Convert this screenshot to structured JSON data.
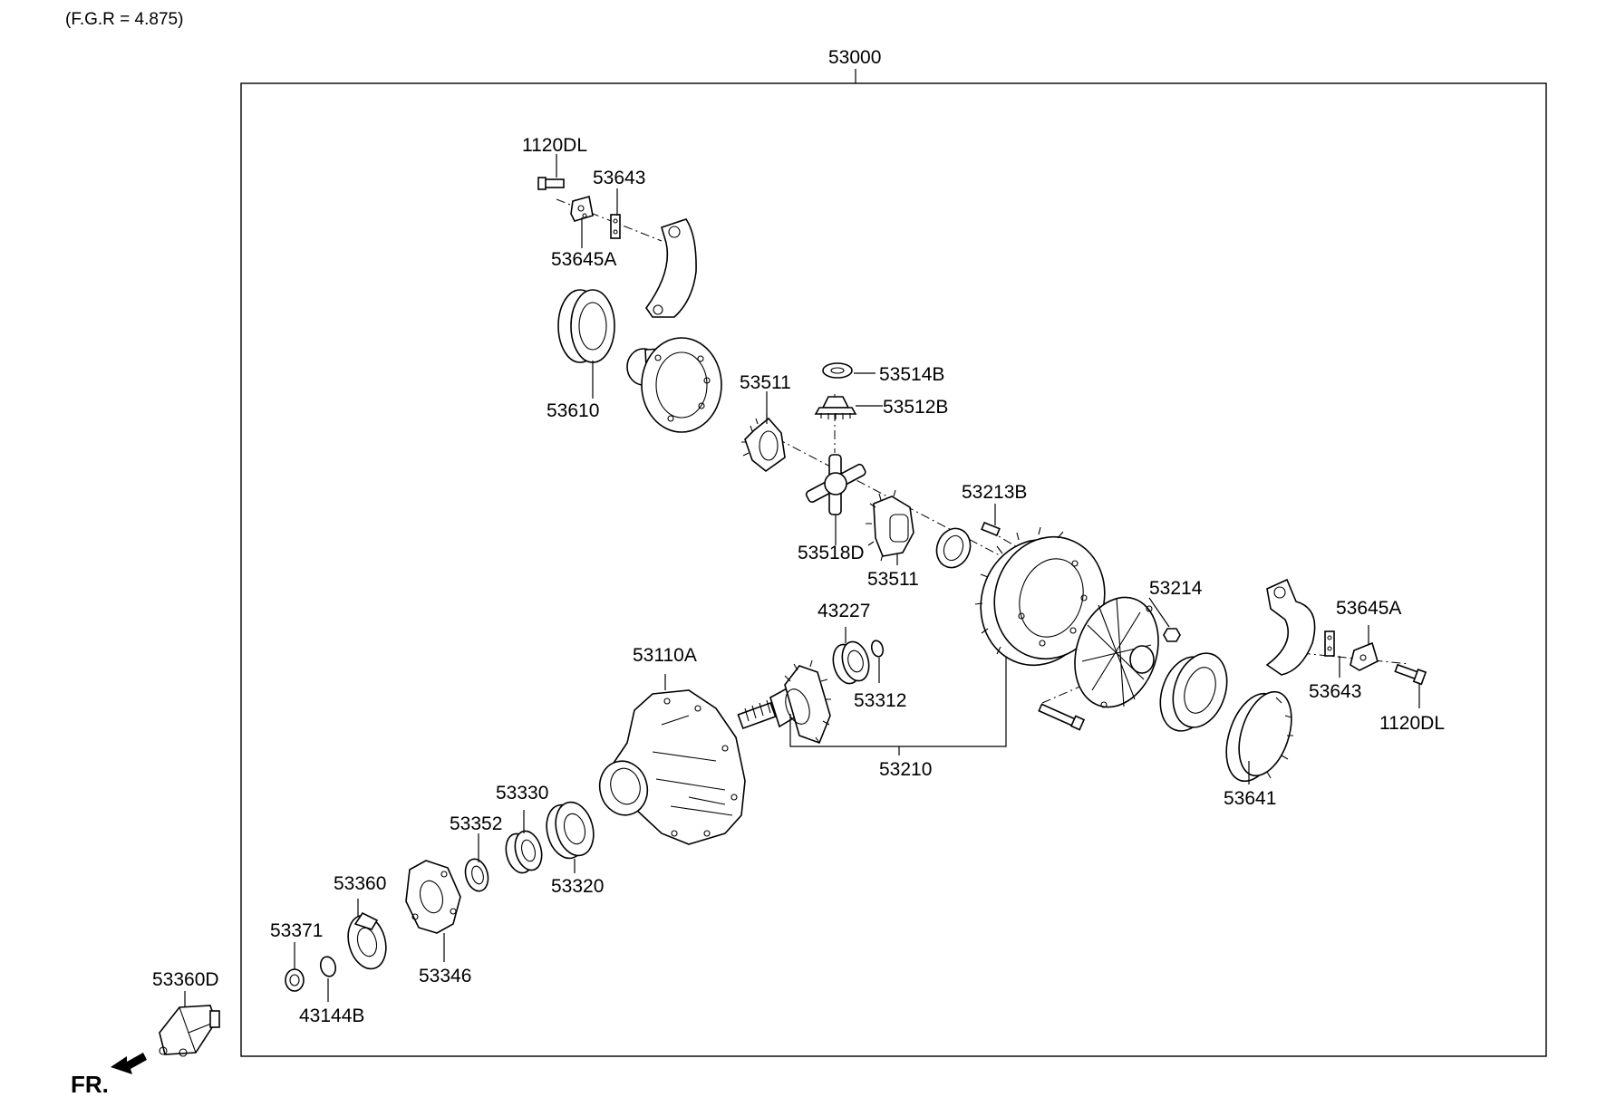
{
  "header": {
    "gear_ratio": "(F.G.R = 4.875)"
  },
  "assembly_number": "53000",
  "front_indicator": "FR.",
  "callouts": {
    "bolt_cap_upper": "1120DL",
    "shim_upper": "53643",
    "plate_upper": "53645A",
    "bearing_left": "53610",
    "washer_pinion": "53514B",
    "pinion_gear": "53512B",
    "side_gear_upper": "53511",
    "spider": "53518D",
    "side_gear_lower": "53511",
    "bolt_ring": "53213B",
    "ring_pinion_set": "53210",
    "nut_right": "53214",
    "plate_right": "53645A",
    "shim_right": "53643",
    "bolt_cap_right": "1120DL",
    "bearing_pinion_inner": "43227",
    "snap_ring": "53312",
    "carrier": "53110A",
    "adjuster": "53641",
    "bearing_pinion_outer": "53330",
    "spacer": "53352",
    "bearing_cup": "53320",
    "flange": "53360",
    "retainer": "53346",
    "nut_flange": "53371",
    "o_ring": "43144B",
    "sensor": "53360D"
  },
  "colors": {
    "line": "#000000",
    "background": "#ffffff"
  }
}
